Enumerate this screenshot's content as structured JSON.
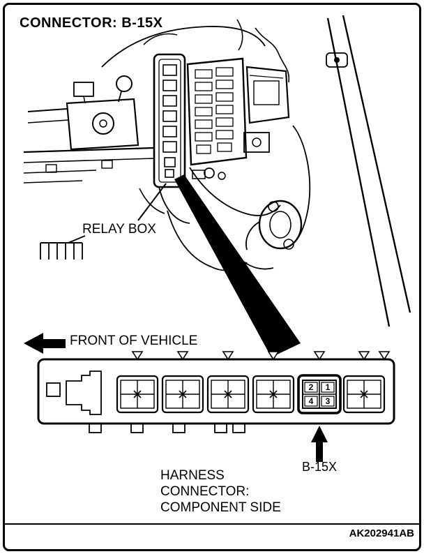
{
  "header": {
    "title": "CONNECTOR: B-15X"
  },
  "illustration": {
    "relay_box_label": "RELAY BOX"
  },
  "front_of_vehicle": {
    "label": "FRONT OF VEHICLE"
  },
  "connector_strip": {
    "highlighted_connector": {
      "id": "B-15X",
      "pins": {
        "top_left": "2",
        "top_right": "1",
        "bottom_left": "4",
        "bottom_right": "3"
      }
    },
    "caption": "HARNESS\nCONNECTOR:\nCOMPONENT SIDE"
  },
  "footer": {
    "code": "AK202941AB"
  },
  "colors": {
    "line": "#000000",
    "background": "#ffffff"
  }
}
